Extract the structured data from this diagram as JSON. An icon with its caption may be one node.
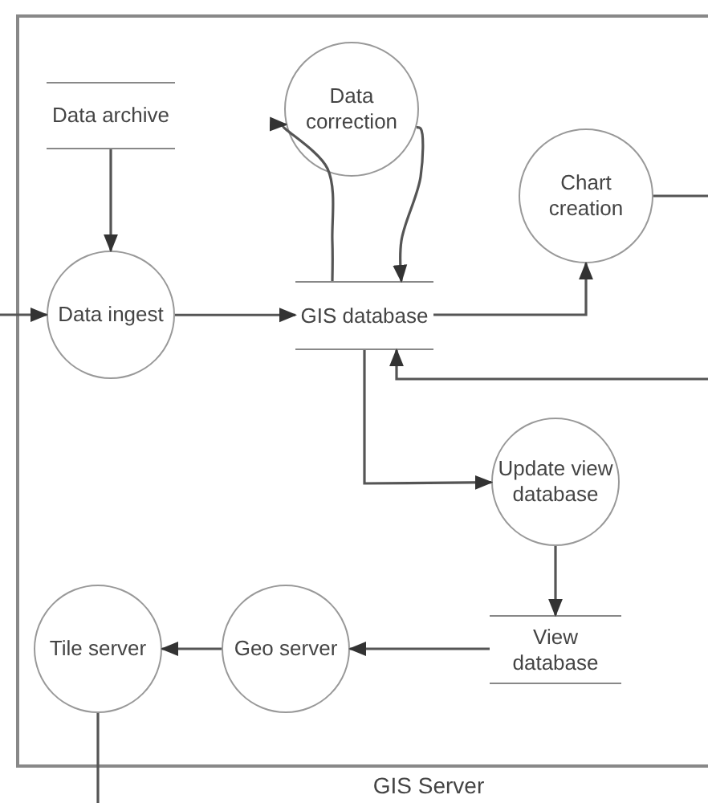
{
  "diagram": {
    "nodes": [
      {
        "text": [
          "GIS Server"
        ]
      },
      {
        "text": [
          "Data archive"
        ],
        "in": 0
      },
      {
        "text": [
          "Data correction"
        ],
        "in": 0
      },
      {
        "text": [
          "Chart creation"
        ],
        "in": 0
      },
      {
        "text": [
          "Data ingest"
        ],
        "in": 0
      },
      {
        "text": [
          "GIS database"
        ],
        "in": 0
      },
      {
        "text": [
          "Update view database"
        ],
        "in": 0
      },
      {
        "text": [
          "Tile server"
        ],
        "in": 0
      },
      {
        "text": [
          "Geo server"
        ],
        "in": 0
      },
      {
        "text": [
          "View database"
        ],
        "in": 0
      }
    ],
    "edges": [
      {
        "from": null,
        "to": 4,
        "arrow": "to"
      },
      {
        "from": 1,
        "to": 4,
        "arrow": "to"
      },
      {
        "from": 4,
        "to": 5,
        "arrow": "to"
      },
      {
        "from": 5,
        "to": 2,
        "arrow": "to"
      },
      {
        "from": 2,
        "to": 5,
        "arrow": "to"
      },
      {
        "from": 5,
        "to": 3,
        "arrow": "to"
      },
      {
        "from": 3,
        "to": null,
        "arrow": "none"
      },
      {
        "from": null,
        "to": 5,
        "arrow": "to"
      },
      {
        "from": 5,
        "to": 6,
        "arrow": "to"
      },
      {
        "from": 6,
        "to": 9,
        "arrow": "to"
      },
      {
        "from": 9,
        "to": 8,
        "arrow": "to"
      },
      {
        "from": 8,
        "to": 7,
        "arrow": "to"
      },
      {
        "from": 7,
        "to": null,
        "arrow": "none"
      }
    ]
  }
}
